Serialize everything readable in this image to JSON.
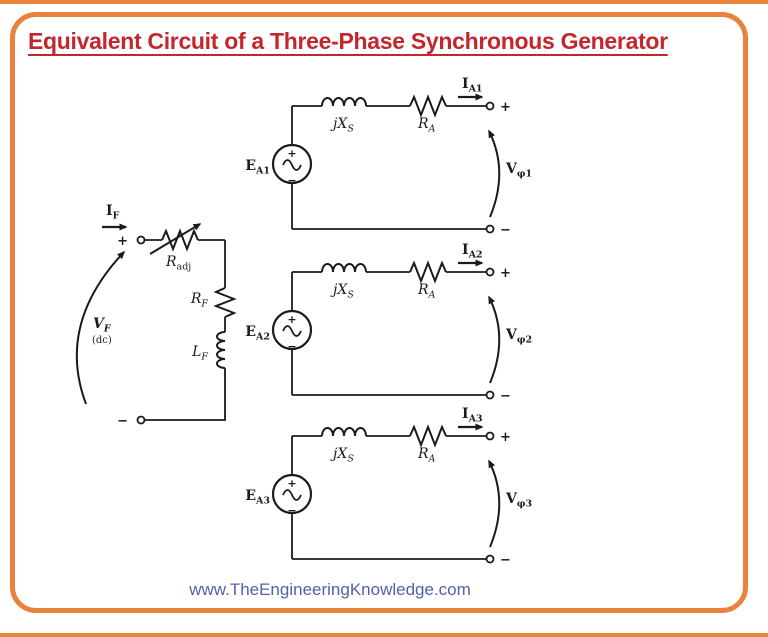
{
  "window": {
    "title": "Equivalent Circuit of a Three-Phase Synchronous Generator",
    "footer_url": "www.TheEngineeringKnowledge.com"
  },
  "colors": {
    "border_orange": "#E8823C",
    "title_red": "#C2272E",
    "footer_blue": "#5560A8",
    "line_black": "#1B1B1B"
  },
  "field_circuit": {
    "current": {
      "main": "I",
      "sub": "F"
    },
    "terminal_plus": "+",
    "terminal_minus": "−",
    "rheostat": {
      "main": "R",
      "sub": "adj"
    },
    "resistor": {
      "main": "R",
      "sub": "F"
    },
    "inductor": {
      "main": "L",
      "sub": "F"
    },
    "voltage": {
      "main": "V",
      "sub": "F"
    },
    "voltage_note": "(dc)"
  },
  "phases": [
    {
      "emf": {
        "main": "E",
        "sub": "A1"
      },
      "reactance": {
        "main": "jX",
        "sub": "S"
      },
      "resistance": {
        "main": "R",
        "sub": "A"
      },
      "current": {
        "main": "I",
        "sub": "A1"
      },
      "voltage": {
        "main": "V",
        "sub": "φ1"
      },
      "source_plus": "+",
      "source_minus": "−",
      "terminal_plus": "+",
      "terminal_minus": "−"
    },
    {
      "emf": {
        "main": "E",
        "sub": "A2"
      },
      "reactance": {
        "main": "jX",
        "sub": "S"
      },
      "resistance": {
        "main": "R",
        "sub": "A"
      },
      "current": {
        "main": "I",
        "sub": "A2"
      },
      "voltage": {
        "main": "V",
        "sub": "φ2"
      },
      "source_plus": "+",
      "source_minus": "−",
      "terminal_plus": "+",
      "terminal_minus": "−"
    },
    {
      "emf": {
        "main": "E",
        "sub": "A3"
      },
      "reactance": {
        "main": "jX",
        "sub": "S"
      },
      "resistance": {
        "main": "R",
        "sub": "A"
      },
      "current": {
        "main": "I",
        "sub": "A3"
      },
      "voltage": {
        "main": "V",
        "sub": "φ3"
      },
      "source_plus": "+",
      "source_minus": "−",
      "terminal_plus": "+",
      "terminal_minus": "−"
    }
  ]
}
